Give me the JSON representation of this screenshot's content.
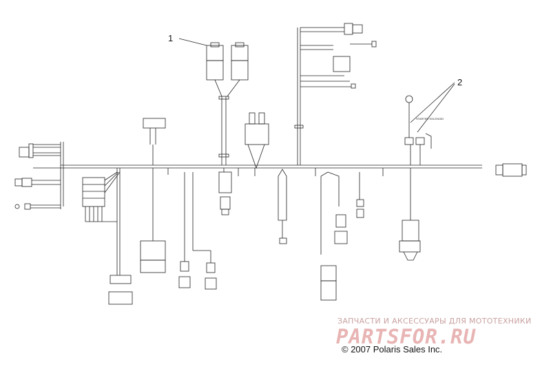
{
  "callouts": {
    "one": "1",
    "two": "2"
  },
  "watermark": {
    "line": "ЗАПЧАСТИ И АКСЕССУАРЫ ДЛЯ МОТОТЕХНИКИ",
    "logo": "PARTSFOR.RU"
  },
  "copyright": "© 2007 Polaris Sales Inc.",
  "starter_label": "STARTER SOLENOID"
}
